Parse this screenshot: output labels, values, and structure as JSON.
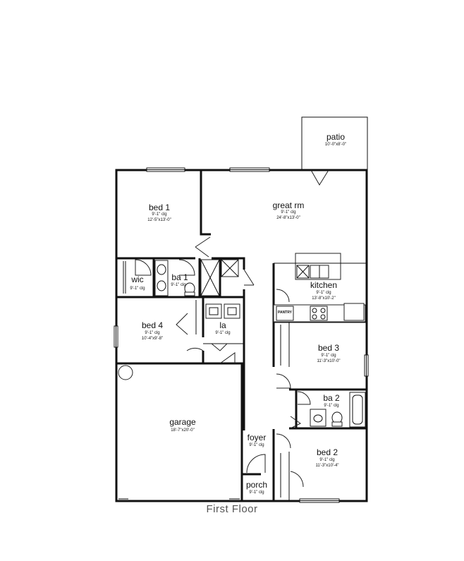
{
  "title": "First Floor",
  "rooms": {
    "patio": {
      "name": "patio",
      "size": "10'-0\"x8'-0\""
    },
    "great": {
      "name": "great rm",
      "clg": "9'-1\" clg",
      "size": "24'-8\"x13'-0\""
    },
    "bed1": {
      "name": "bed 1",
      "clg": "9'-1\" clg",
      "size": "12'-5\"x13'-0\""
    },
    "wic": {
      "name": "wic",
      "clg": "9'-1\" clg"
    },
    "ba1": {
      "name": "ba 1",
      "clg": "9'-1\" clg"
    },
    "kitchen": {
      "name": "kitchen",
      "clg": "9'-1\" clg",
      "size": "13'-8\"x10'-2\""
    },
    "pantry": {
      "name": "PANTRY"
    },
    "bed4": {
      "name": "bed 4",
      "clg": "9'-1\" clg",
      "size": "10'-4\"x9'-8\""
    },
    "la": {
      "name": "la",
      "clg": "9'-1\" clg"
    },
    "bed3": {
      "name": "bed 3",
      "clg": "9'-1\" clg",
      "size": "11'-3\"x10'-0\""
    },
    "ba2": {
      "name": "ba 2",
      "clg": "9'-1\" clg"
    },
    "garage": {
      "name": "garage",
      "size": "18'-7\"x20'-0\""
    },
    "foyer": {
      "name": "foyer",
      "clg": "9'-1\" clg"
    },
    "bed2": {
      "name": "bed 2",
      "clg": "9'-1\" clg",
      "size": "11'-3\"x10'-4\""
    },
    "porch": {
      "name": "porch",
      "clg": "9'-1\" clg"
    }
  }
}
